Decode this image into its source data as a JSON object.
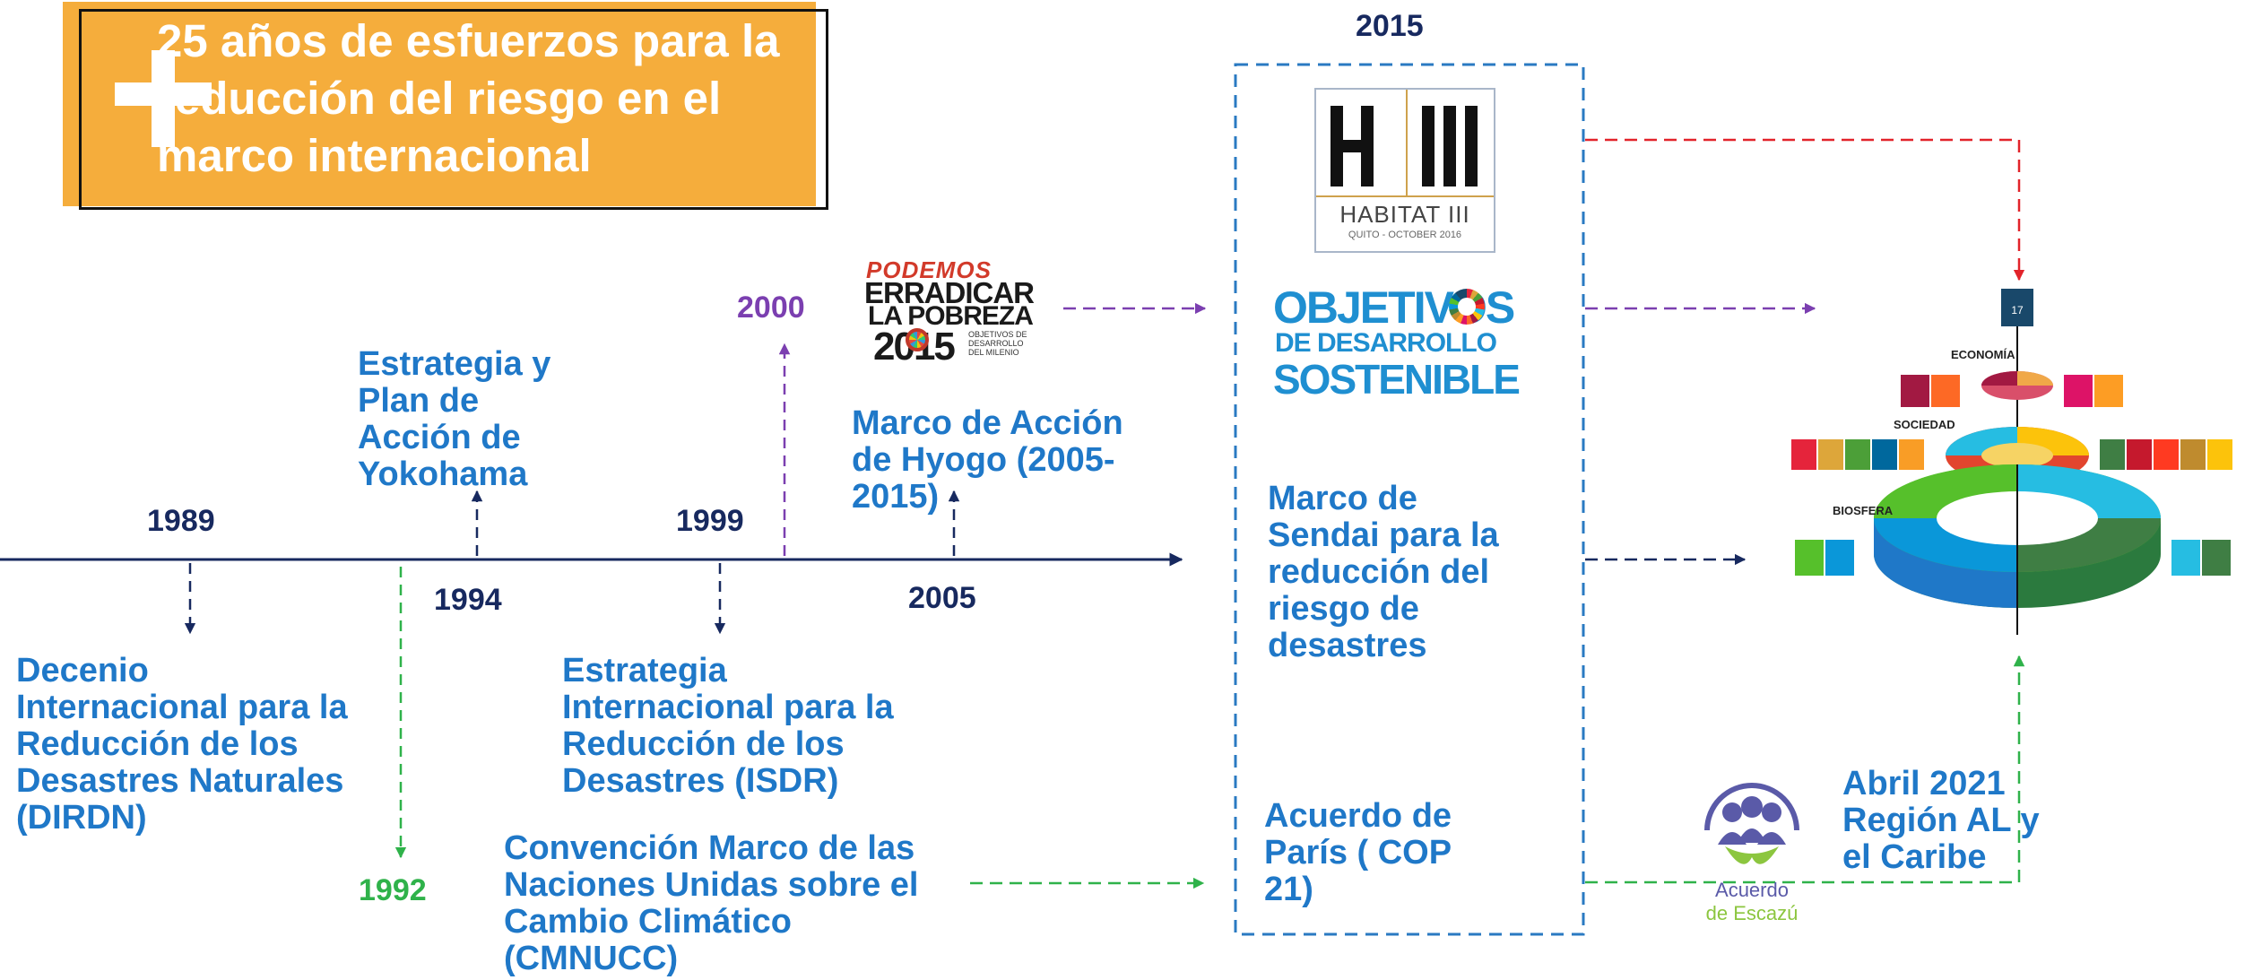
{
  "title": {
    "text": "25 años de esfuerzos para la reducción del riesgo en el marco internacional"
  },
  "timeline": {
    "years": {
      "y1989": "1989",
      "y1994": "1994",
      "y1999": "1999",
      "y2005": "2005",
      "y1992": "1992",
      "y2000": "2000",
      "y2015": "2015"
    },
    "events": {
      "decenio": "Decenio Internacional para la Reducción de los Desastres Naturales (DIRDN)",
      "yokohama": "Estrategia y Plan de Acción de Yokohama",
      "isdr": "Estrategia Internacional para la Reducción de los Desastres (ISDR)",
      "hyogo": "Marco de Acción de Hyogo (2005-2015)",
      "cmnucc": "Convención Marco de las Naciones Unidas sobre el Cambio Climático (CMNUCC)",
      "sendai": "Marco de Sendai para la reducción del riesgo de desastres",
      "paris": "Acuerdo de París ( COP 21)",
      "escazu": "Abril 2021 Región AL y el Caribe"
    }
  },
  "logos": {
    "mdg": {
      "line1": "PODEMOS",
      "line2": "ERRADICAR",
      "line3": "LA POBREZA",
      "year": "2015",
      "sub1": "OBJETIVOS DE",
      "sub2": "DESARROLLO",
      "sub3": "DEL MILENIO"
    },
    "habitat": {
      "name": "HABITAT III",
      "sub": "QUITO - OCTOBER 2016"
    },
    "ods": {
      "line1": "OBJETIVOS",
      "line2": "DE DESARROLLO",
      "line3": "SOSTENIBLE"
    },
    "escazu": {
      "line1": "Acuerdo",
      "line2": "de Escazú"
    }
  },
  "wheel": {
    "economia": "ECONOMÍA",
    "sociedad": "SOCIEDAD",
    "biosfera": "BIOSFERA"
  },
  "colors": {
    "navy": "#17295f",
    "blue_text": "#1f78c8",
    "green": "#2fb24a",
    "purple": "#7b3fb0",
    "red": "#e2232a",
    "orange": "#f5ad3c",
    "dashed_box": "#2a7ac2"
  },
  "icons": [
    "plus-icon",
    "arrow-icons",
    "people-leaf-icon"
  ]
}
